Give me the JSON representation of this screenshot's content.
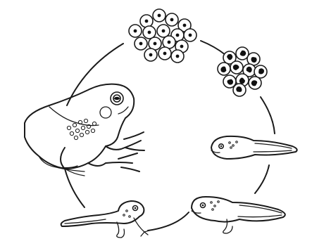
{
  "diagram": {
    "stages": [
      {
        "id": "egg-mass",
        "icon": "frog-eggs-icon"
      },
      {
        "id": "embryos",
        "icon": "developing-embryos-icon"
      },
      {
        "id": "tadpole",
        "icon": "tadpole-icon"
      },
      {
        "id": "tadpole-with-legs",
        "icon": "tadpole-with-legs-icon"
      },
      {
        "id": "froglet",
        "icon": "froglet-icon"
      },
      {
        "id": "adult-frog",
        "icon": "adult-frog-icon"
      }
    ],
    "colors": {
      "ink": "#1a1a1a",
      "background": "#ffffff"
    }
  }
}
